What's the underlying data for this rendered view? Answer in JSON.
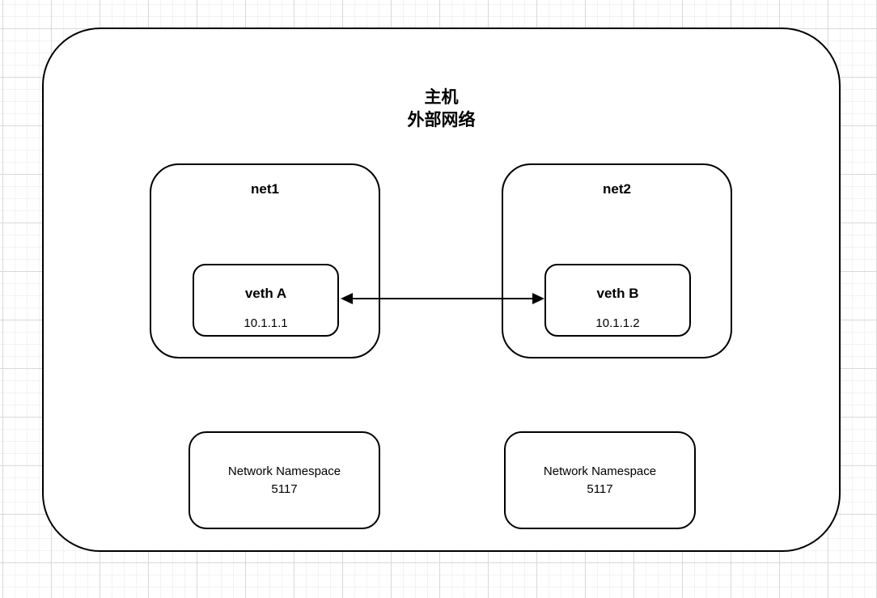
{
  "diagram": {
    "host": {
      "title_line1": "主机",
      "title_line2": "外部网络"
    },
    "net_namespaces": [
      {
        "name": "net1",
        "veth_label": "veth A",
        "veth_ip": "10.1.1.1"
      },
      {
        "name": "net2",
        "veth_label": "veth B",
        "veth_ip": "10.1.1.2"
      }
    ],
    "ns_id_boxes": [
      {
        "line1": "Network Namespace",
        "line2": "5117"
      },
      {
        "line1": "Network Namespace",
        "line2": "5117"
      }
    ],
    "connector": {
      "type": "double-headed-arrow",
      "from": "veth A",
      "to": "veth B"
    },
    "colors": {
      "stroke": "#000000",
      "fill": "#ffffff",
      "grid_minor": "#f3f3f3",
      "grid_major": "#d9d9d9"
    }
  }
}
